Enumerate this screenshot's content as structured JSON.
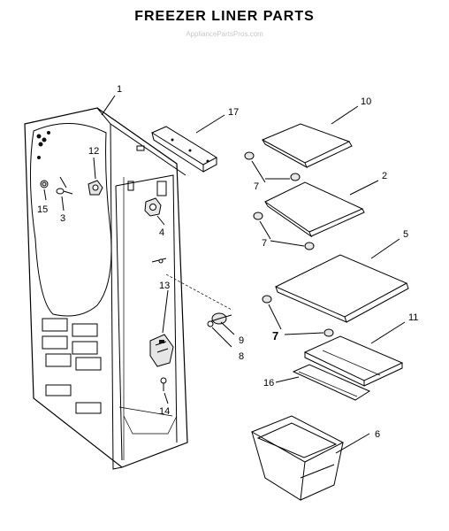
{
  "title": "FREEZER LINER PARTS",
  "watermark": "AppliancePartsPros.com",
  "callouts": {
    "c1": "1",
    "c17": "17",
    "c10": "10",
    "c12": "12",
    "c15": "15",
    "c3": "3",
    "c4": "4",
    "c2": "2",
    "c7a": "7",
    "c7b": "7",
    "c7c": "7",
    "c5": "5",
    "c13": "13",
    "c9": "9",
    "c8": "8",
    "c11": "11",
    "c16": "16",
    "c14": "14",
    "c6": "6"
  }
}
